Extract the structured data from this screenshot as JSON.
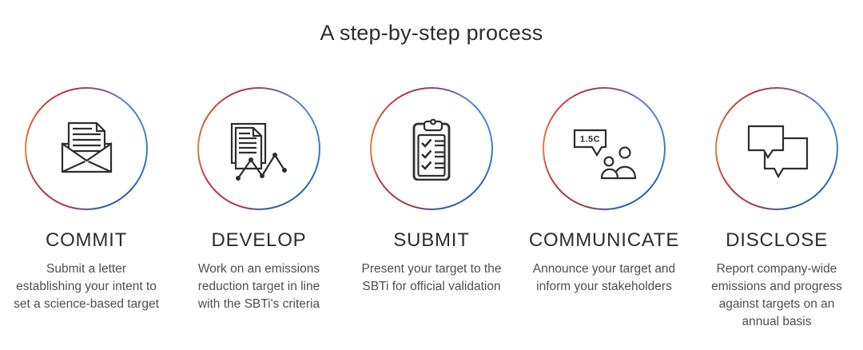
{
  "title": "A step-by-step process",
  "colors": {
    "ring_orange": "#e08240",
    "ring_red": "#bc3147",
    "ring_blue": "#2e5dab",
    "ring_light_blue": "#4480cb",
    "heading_text": "#2d2d2d",
    "body_text": "#4f4f4f",
    "icon_stroke": "#2e2e2e"
  },
  "steps": [
    {
      "title": "COMMIT",
      "icon": "envelope-letter-icon",
      "description": "Submit a letter\nestablishing your intent to\nset a science-based target"
    },
    {
      "title": "DEVELOP",
      "icon": "documents-chart-icon",
      "description": "Work on an emissions\nreduction target in line\nwith the SBTi's criteria"
    },
    {
      "title": "SUBMIT",
      "icon": "clipboard-checklist-icon",
      "description": "Present your target to the\nSBTi for official validation"
    },
    {
      "title": "COMMUNICATE",
      "icon": "speech-bubble-people-icon",
      "bubble_label": "1.5C",
      "description": "Announce your target and\ninform your stakeholders"
    },
    {
      "title": "DISCLOSE",
      "icon": "chat-bubbles-icon",
      "description": "Report company-wide\nemissions and progress\nagainst targets on an\nannual basis"
    }
  ]
}
